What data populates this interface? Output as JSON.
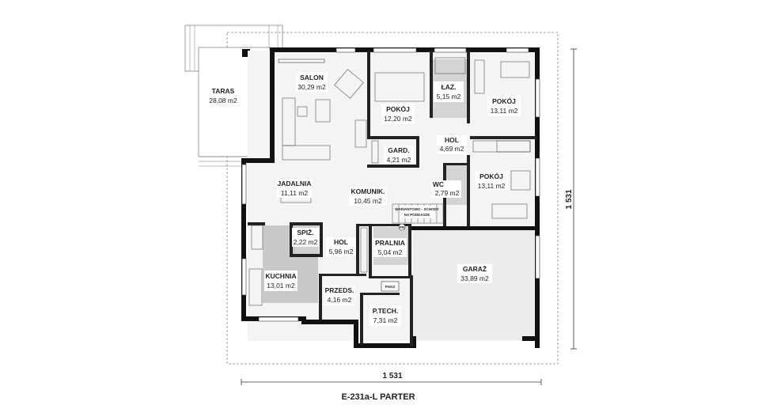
{
  "plan": {
    "caption": "E-231a-L PARTER",
    "dimension_horizontal": "1 531",
    "dimension_vertical": "1 531",
    "stairs_note_line1": "WARIANTOWO - SCHODY",
    "stairs_note_line2": "NA PODDASZE",
    "pr_symbol": "PR",
    "boiler_label": "PGKZ"
  },
  "rooms": [
    {
      "key": "taras",
      "name": "TARAS",
      "area": "28,08 m2"
    },
    {
      "key": "salon",
      "name": "SALON",
      "area": "30,29 m2"
    },
    {
      "key": "pokoj1",
      "name": "POKÓJ",
      "area": "12,20 m2"
    },
    {
      "key": "laz",
      "name": "ŁAZ.",
      "area": "5,15 m2"
    },
    {
      "key": "pokoj2",
      "name": "POKÓJ",
      "area": "13,11 m2"
    },
    {
      "key": "hol1",
      "name": "HOL",
      "area": "4,69 m2"
    },
    {
      "key": "gard",
      "name": "GARD.",
      "area": "4,21 m2"
    },
    {
      "key": "pokoj3",
      "name": "POKÓJ",
      "area": "13,11 m2"
    },
    {
      "key": "jadalnia",
      "name": "JADALNIA",
      "area": "11,11 m2"
    },
    {
      "key": "komunik",
      "name": "KOMUNIK.",
      "area": "10,45 m2"
    },
    {
      "key": "wc",
      "name": "WC",
      "area": "2,79 m2"
    },
    {
      "key": "spiz",
      "name": "SPIŻ.",
      "area": "2,22 m2"
    },
    {
      "key": "hol2",
      "name": "HOL",
      "area": "5,96 m2"
    },
    {
      "key": "pralnia",
      "name": "PRALNIA",
      "area": "5,04 m2"
    },
    {
      "key": "garaz",
      "name": "GARAŻ",
      "area": "33,89 m2"
    },
    {
      "key": "kuchnia",
      "name": "KUCHNIA",
      "area": "13,01 m2"
    },
    {
      "key": "przeds",
      "name": "PRZEDS.",
      "area": "4,16 m2"
    },
    {
      "key": "ptech",
      "name": "P.TECH.",
      "area": "7,31 m2"
    }
  ]
}
